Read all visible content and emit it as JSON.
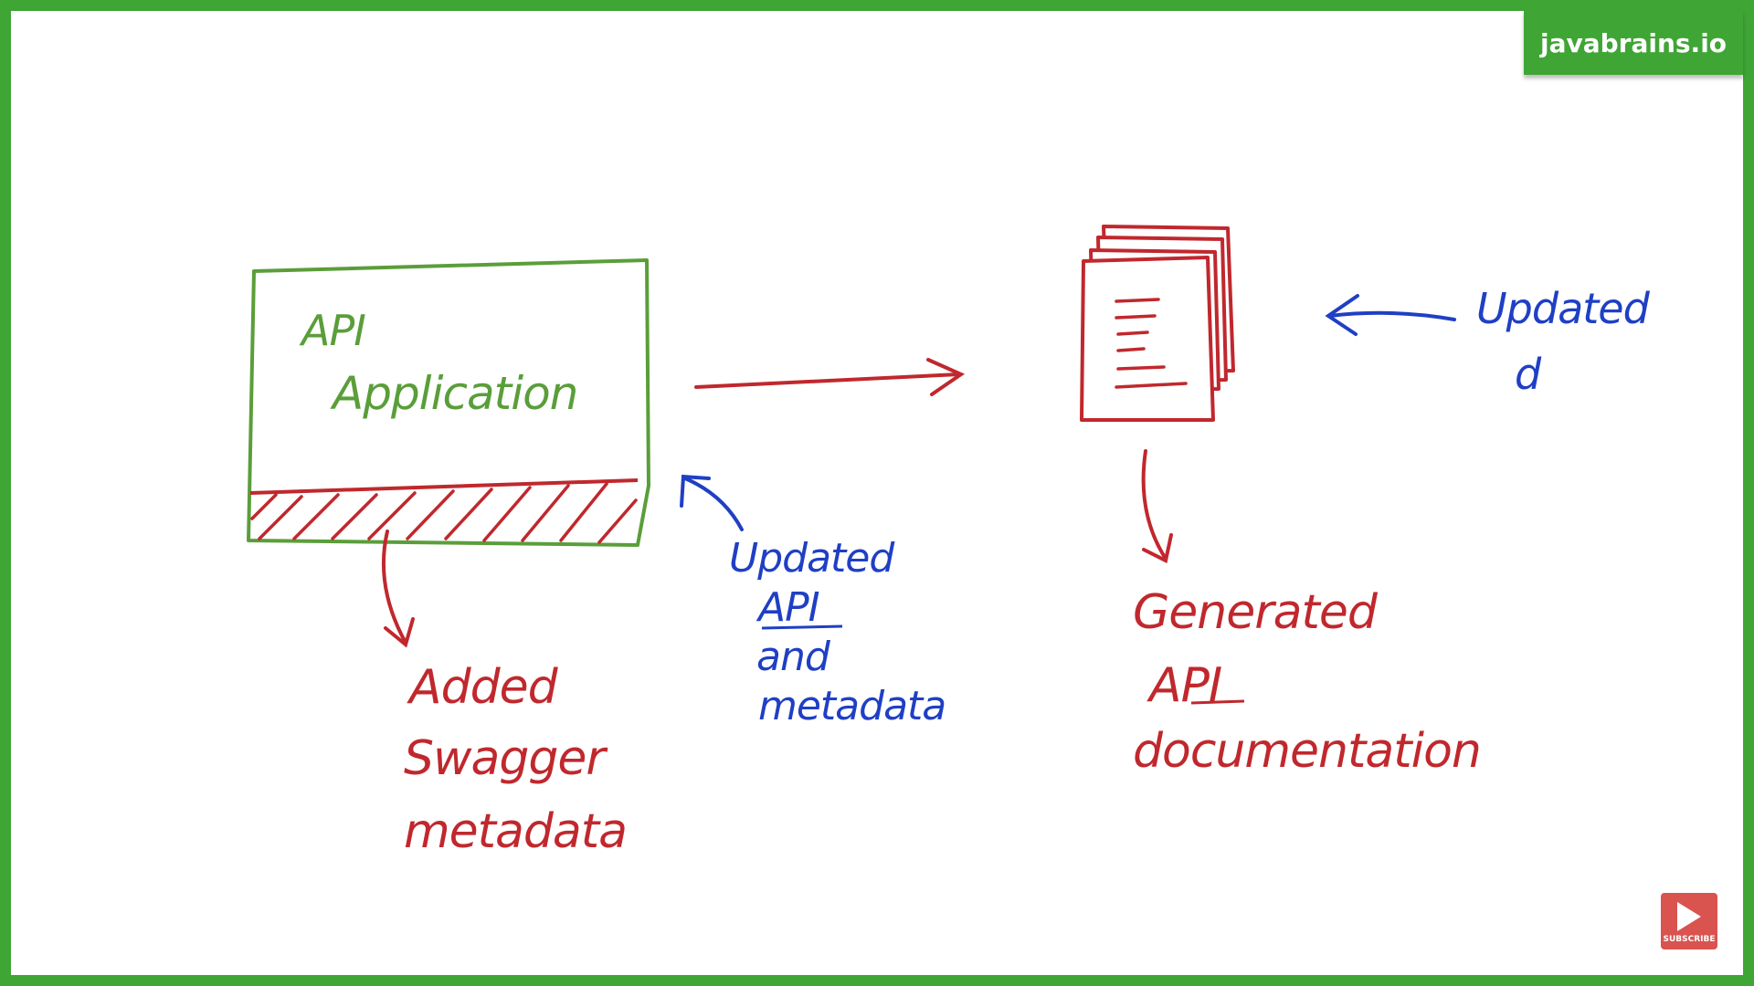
{
  "brand": {
    "label": "javabrains.io",
    "subscribe_label": "SUBSCRIBE"
  },
  "app_box": {
    "title_line1": "API",
    "title_line2": "Application"
  },
  "swagger_note": {
    "line1": "Added",
    "line2": "Swagger",
    "line3": "metadata"
  },
  "update_note": {
    "line1": "Updated",
    "line2": "API",
    "line3": "and",
    "line4": "metadata"
  },
  "docs_note": {
    "line1": "Generated",
    "line2": "API",
    "line3": "documentation"
  },
  "right_note": {
    "line1": "Updated",
    "line2": "d"
  },
  "colors": {
    "frame_green": "#3fa535",
    "ink_green": "#5a9e3a",
    "ink_red": "#c0282d",
    "ink_blue": "#1f3fc4"
  }
}
